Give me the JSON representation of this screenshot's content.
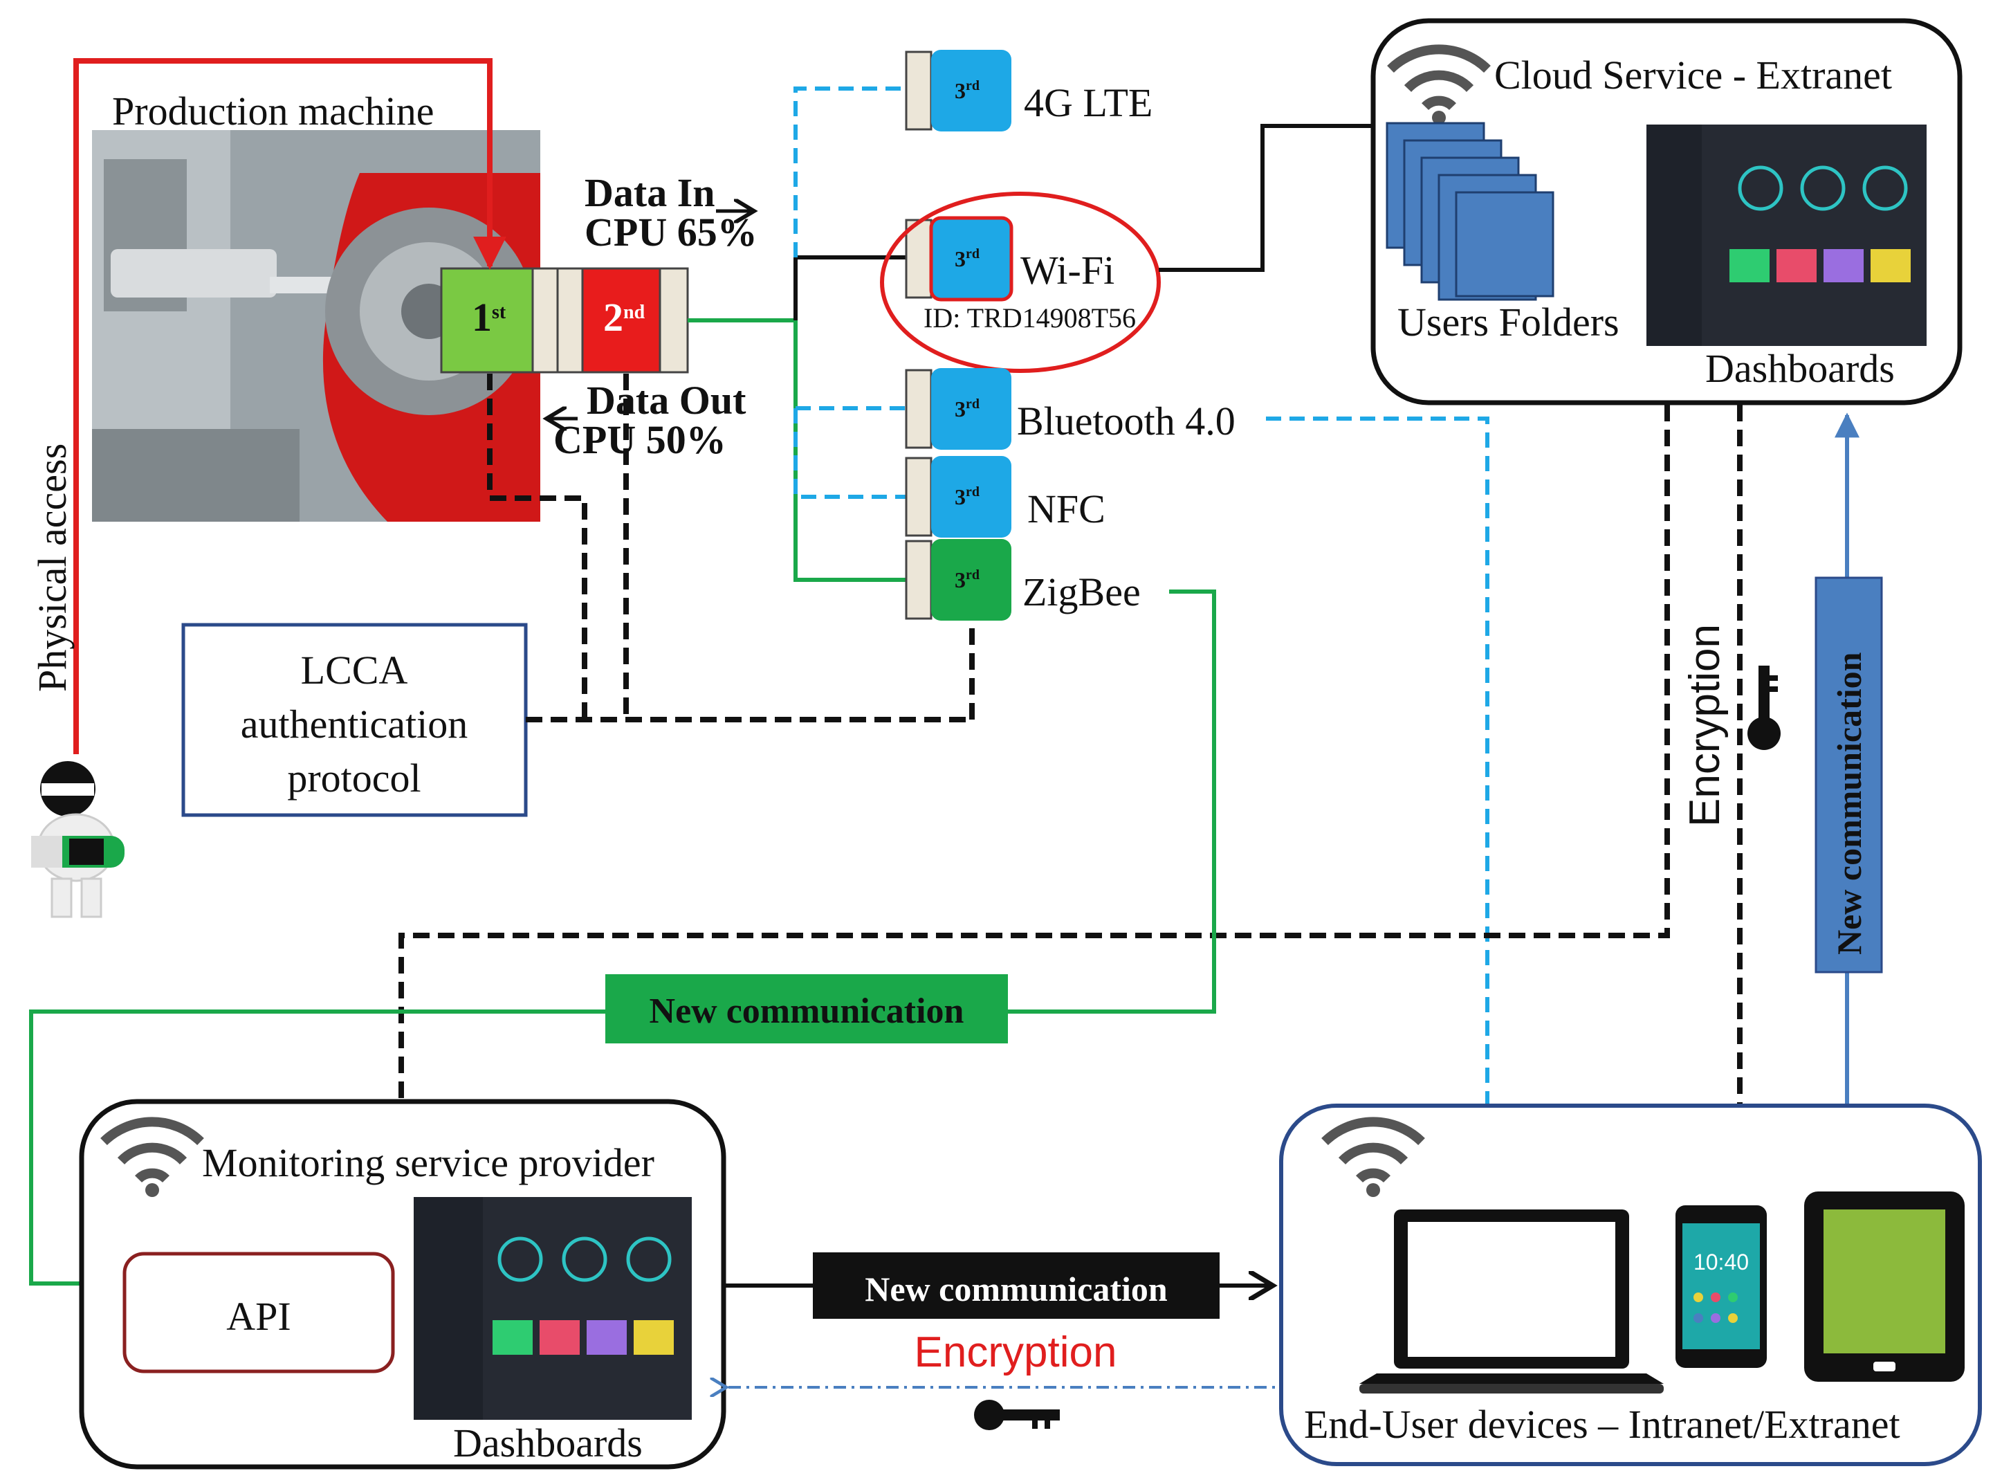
{
  "production_machine": {
    "title": "Production machine",
    "block_first": "1",
    "block_first_sup": "st",
    "block_second": "2",
    "block_second_sup": "nd",
    "data_in_label": "Data In",
    "cpu_in_label": "CPU 65%",
    "data_out_label": "Data Out",
    "cpu_out_label": "CPU 50%"
  },
  "physical_access_label": "Physical access",
  "lcca": {
    "line1": "LCCA",
    "line2": "authentication",
    "line3": "protocol"
  },
  "modules": [
    {
      "badge": "3",
      "badge_sup": "rd",
      "label": "4G LTE",
      "color": "#1ea8e6"
    },
    {
      "badge": "3",
      "badge_sup": "rd",
      "label": "Wi-Fi",
      "id_label": "ID: TRD14908T56",
      "color": "#1ea8e6"
    },
    {
      "badge": "3",
      "badge_sup": "rd",
      "label": "Bluetooth 4.0",
      "color": "#1ea8e6"
    },
    {
      "badge": "3",
      "badge_sup": "rd",
      "label": "NFC",
      "color": "#1ea8e6"
    },
    {
      "badge": "3",
      "badge_sup": "rd",
      "label": "ZigBee",
      "color": "#1aa84a"
    }
  ],
  "cloud": {
    "title": "Cloud Service - Extranet",
    "folders_label": "Users Folders",
    "dashboards_label": "Dashboards"
  },
  "monitoring": {
    "title": "Monitoring service provider",
    "api_label": "API",
    "dashboards_label": "Dashboards"
  },
  "end_user": {
    "label": "End-User devices – Intranet/Extranet",
    "phone_time": "10:40"
  },
  "links": {
    "green_new_comm": "New communication",
    "black_new_comm": "New communication",
    "blue_new_comm": "New communication",
    "encryption_bottom": "Encryption",
    "encryption_right": "Encryption"
  },
  "colors": {
    "red_line": "#e01e1e",
    "green_line": "#1aa84a",
    "cyan_line": "#1ea8e6",
    "blue_line": "#4a7fc0",
    "black_line": "#111111",
    "box_border": "#2b4a8a",
    "encryption_text": "#e01e1e",
    "block_first": "#7ac943",
    "block_second": "#e81c1c",
    "machine_red": "#d01818"
  }
}
